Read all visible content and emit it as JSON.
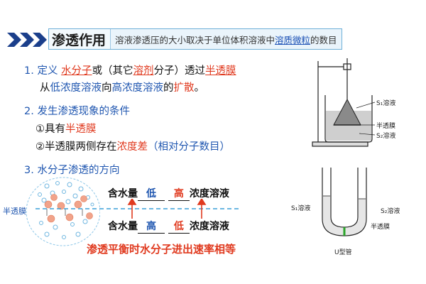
{
  "header": {
    "title": "渗透作用",
    "subtitle_pre": "溶液渗透压的大小取决于单位体积溶液中",
    "subtitle_hl": "溶质微粒",
    "subtitle_post": "的数目"
  },
  "item1": {
    "num": "1.",
    "p1": "定义",
    "p2": "水分子",
    "p3": "或（其它",
    "p4": "溶剂",
    "p5": "分子）透过",
    "p6": "半透膜",
    "l2a": "从",
    "l2b": "低浓度溶液",
    "l2c": "向",
    "l2d": "高浓度溶液",
    "l2e": "的",
    "l2f": "扩散",
    "l2g": "。"
  },
  "item2": {
    "heading": "2. 发生渗透现象的条件",
    "c1a": "①具有",
    "c1b": "半透膜",
    "c2a": "②半透膜两侧存在",
    "c2b": "浓度差",
    "c2c": "（相对分子数目）"
  },
  "item3": {
    "heading": "3. 水分子渗透的方向",
    "membrane_label": "半透膜",
    "top_a": "含水量",
    "top_b": "低",
    "top_c": "高",
    "top_d": "浓度溶液",
    "bot_a": "含水量",
    "bot_b": "高",
    "bot_c": "低",
    "bot_d": "浓度溶液",
    "conclusion": "渗透平衡时水分子进出速率相等"
  },
  "figure1": {
    "s1": "S₁溶液",
    "membrane": "半透膜",
    "s2": "S₂溶液"
  },
  "figure2": {
    "s1": "S₁溶液",
    "s2": "S₂溶液",
    "membrane": "半透膜",
    "tube": "U型管"
  },
  "colors": {
    "blue": "#1f56b0",
    "red": "#e03a1f",
    "green": "#2aa52a"
  }
}
